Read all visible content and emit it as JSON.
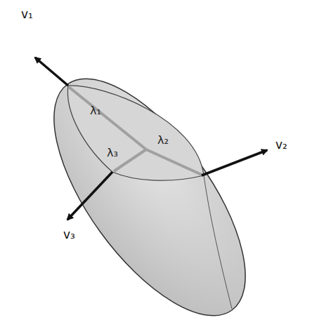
{
  "diagram": {
    "labels": [
      "v₁",
      "λ₁",
      "λ₂",
      "v₂",
      "λ₃",
      "v₃"
    ]
  }
}
